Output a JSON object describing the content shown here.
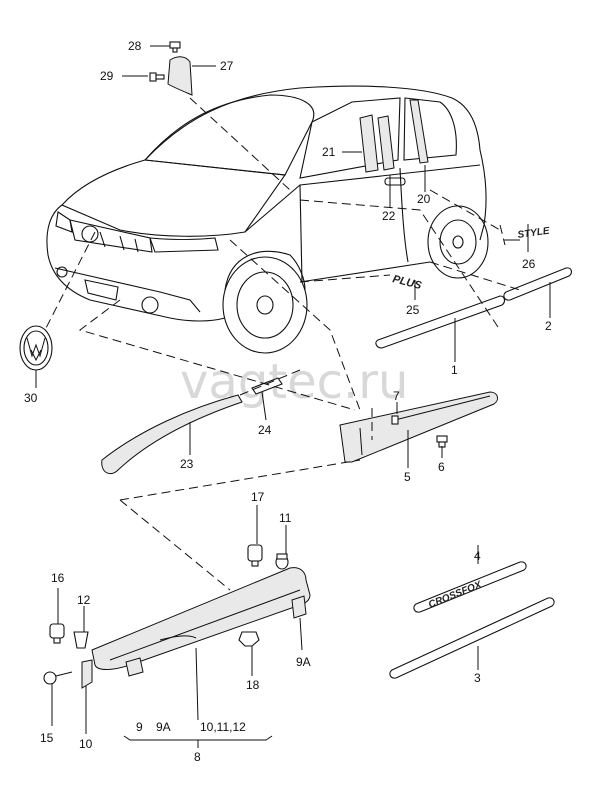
{
  "watermark": "vagtec.ru",
  "emblems": {
    "style": "STYLE",
    "plus": "PLUS",
    "crossfox": "CROSSFOX"
  },
  "callouts": {
    "c1": "1",
    "c2": "2",
    "c3": "3",
    "c4": "4",
    "c5": "5",
    "c6": "6",
    "c7": "7",
    "c8": "8",
    "c9": "9",
    "c9a_bottom": "9A",
    "c9a_right": "9A",
    "c10": "10",
    "c10_11_12": "10,11,12",
    "c11": "11",
    "c12": "12",
    "c15": "15",
    "c16": "16",
    "c17": "17",
    "c18": "18",
    "c20": "20",
    "c21": "21",
    "c22": "22",
    "c23": "23",
    "c24": "24",
    "c25": "25",
    "c26": "26",
    "c27": "27",
    "c28": "28",
    "c29": "29",
    "c30": "30"
  }
}
